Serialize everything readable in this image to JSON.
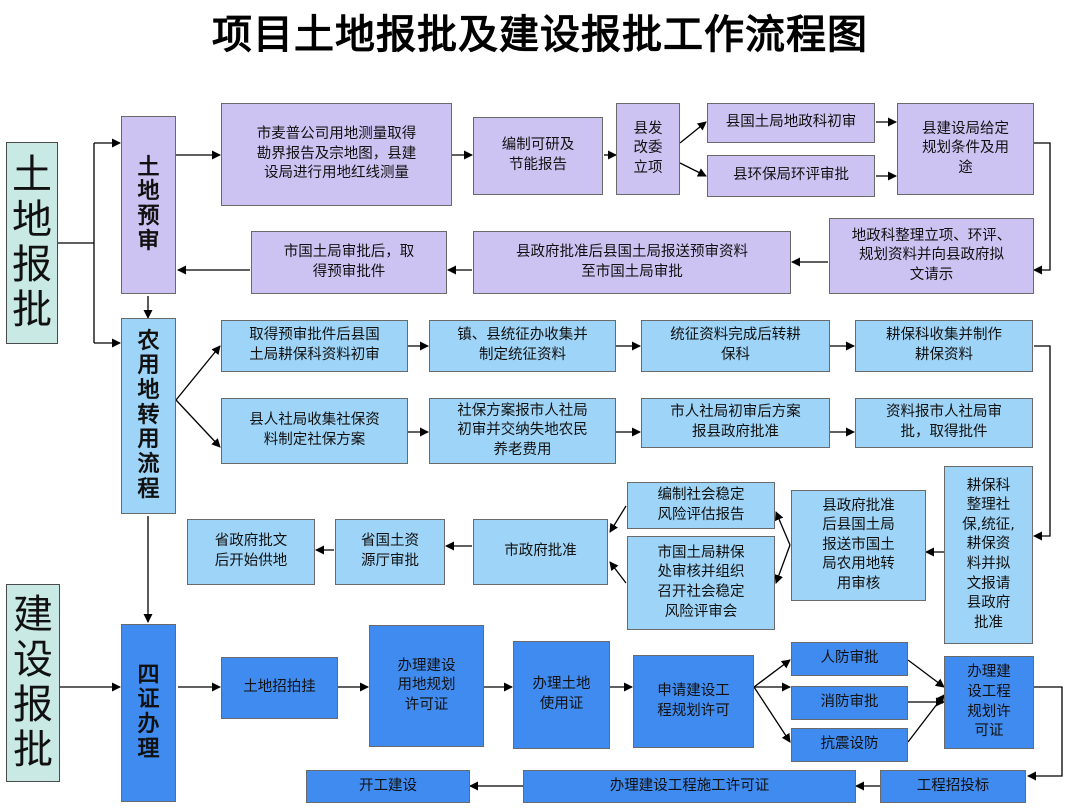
{
  "title": "项目土地报批及建设报批工作流程图",
  "side": {
    "land": "土\n地\n报\n批",
    "build": "建\n设\n报\n批"
  },
  "phases": {
    "pre": "土\n地\n预\n审",
    "conv": "农\n用\n地\n转\n用\n流\n程",
    "four": "四\n证\n办\n理"
  },
  "row1": {
    "survey": "市麦普公司用地测量取得\n勘界报告及宗地图，县建\n设局进行用地红线测量",
    "feas": "编制可研及\n节能报告",
    "drc": "县发\n改委\n立项",
    "land_dept": "县国土局地政科初审",
    "env": "县环保局环评审批",
    "plan_cond": "县建设局给定\n规划条件及用\n途"
  },
  "row2": {
    "req": "地政科整理立项、环评、\n规划资料并向县政府拟\n文请示",
    "send": "县政府批准后县国土局报送预审资料\n至市国土局审批",
    "approve": "市国土局审批后，取\n得预审批件"
  },
  "row3": {
    "a": "取得预审批件后县国\n土局耕保科资料初审",
    "b": "镇、县统征办收集并\n制定统征资料",
    "c": "统征资料完成后转耕\n保科",
    "d": "耕保科收集并制作\n耕保资料"
  },
  "row4": {
    "a": "县人社局收集社保资\n料制定社保方案",
    "b": "社保方案报市人社局\n初审并交纳失地农民\n养老费用",
    "c": "市人社局初审后方案\n报县政府批准",
    "d": "资料报市人社局审\n批，取得批件"
  },
  "row5": {
    "tall": "耕保科\n整理社\n保,统征,\n耕保资\n料并拟\n文报请\n县政府\n批准",
    "county": "县政府批准\n后县国土局\n报送市国土\n局农用地转\n用审核",
    "risk_report": "编制社会稳定\n风险评估报告",
    "risk_meeting": "市国土局耕保\n处审核并组织\n召开社会稳定\n风险评审会",
    "city_gov": "市政府批准",
    "province": "省国土资\n源厅审批",
    "prov_gov": "省政府批文\n后开始供地"
  },
  "row6": {
    "auction": "土地招拍挂",
    "land_plan": "办理建设\n用地规划\n许可证",
    "land_use": "办理土地\n使用证",
    "eng_plan": "申请建设工\n程规划许可",
    "civil": "人防审批",
    "fire": "消防审批",
    "quake": "抗震设防",
    "eng_permit": "办理建\n设工程\n规划许\n可证"
  },
  "row7": {
    "bidding": "工程招投标",
    "construct_permit": "办理建设工程施工许可证",
    "start": "开工建设"
  }
}
